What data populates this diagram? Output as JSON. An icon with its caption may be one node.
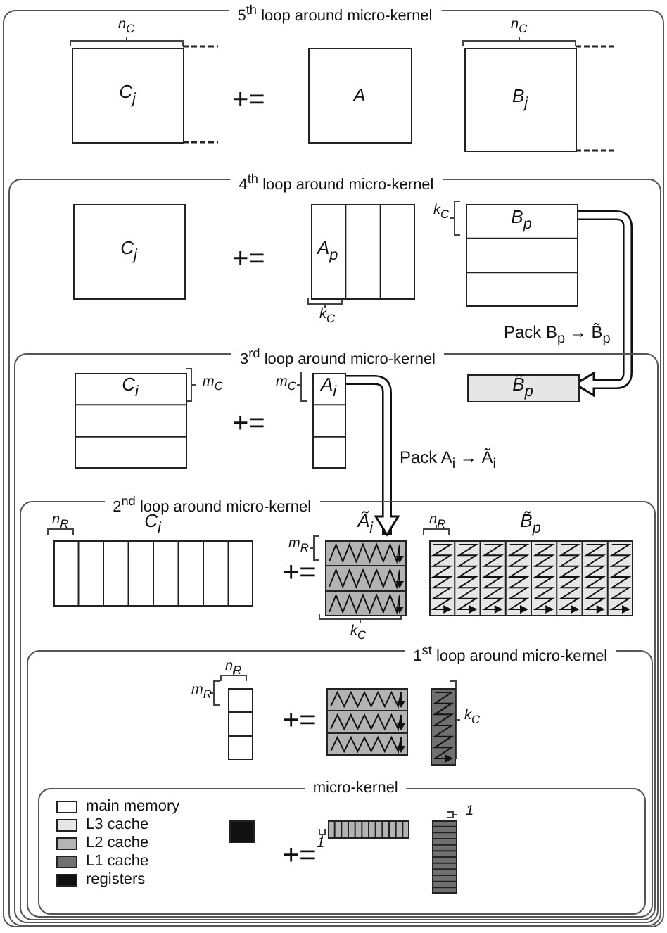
{
  "diagram": {
    "nodes": [
      {
        "text": [
          "5$^{th}$ loop around micro-kernel"
        ]
      },
      {
        "text": [
          "C$_{j}$"
        ],
        "in": 0
      },
      {
        "text": [
          "A"
        ],
        "in": 0
      },
      {
        "text": [
          "B$_{j}$"
        ],
        "in": 0
      },
      {
        "text": [
          "4$^{th}$ loop around micro-kernel"
        ],
        "in": 0
      },
      {
        "text": [
          "C$_{j}$"
        ],
        "in": 4
      },
      {
        "text": [
          "A$_{p}$"
        ],
        "in": 4
      },
      {
        "text": [
          "B$_{p}$"
        ],
        "in": 4
      },
      {
        "text": [
          "3$^{rd}$ loop around micro-kernel"
        ],
        "in": 4
      },
      {
        "text": [
          "C$_{i}$"
        ],
        "in": 8
      },
      {
        "text": [
          "A$_{i}$"
        ],
        "in": 8
      },
      {
        "text": [
          "B̃$_{p}$"
        ],
        "in": 8
      },
      {
        "text": [
          "2$^{nd}$ loop around micro-kernel"
        ],
        "in": 8
      },
      {
        "text": [
          "C$_{i}$"
        ],
        "in": 12
      },
      {
        "text": [
          "Ã$_{i}$"
        ],
        "in": 12
      },
      {
        "text": [
          "B̃$_{p}$"
        ],
        "in": 12
      },
      {
        "text": [
          "1$^{st}$ loop around micro-kernel"
        ],
        "in": 12
      },
      {
        "text": [],
        "shape": "box",
        "in": 16
      },
      {
        "text": [],
        "shape": "box",
        "in": 16
      },
      {
        "text": [],
        "shape": "box",
        "in": 16
      },
      {
        "text": [
          "micro-kernel"
        ],
        "in": 16
      },
      {
        "text": [],
        "shape": "box",
        "in": 20
      },
      {
        "text": [],
        "shape": "box",
        "in": 20
      },
      {
        "text": [],
        "shape": "box",
        "in": 20
      }
    ],
    "edges": [
      {
        "from": 7,
        "to": 11,
        "arrow": "to",
        "label": "Pack B$_{p}$ → B̃$_{p}$"
      },
      {
        "from": 10,
        "to": 14,
        "arrow": "to",
        "label": "Pack A$_{i}$ → Ã$_{i}$"
      }
    ],
    "labels": [
      "n$_{C}$",
      "n$_{C}$",
      "+=",
      "+=",
      "k$_{C}$",
      "k$_{C}$",
      "m$_{C}$",
      "m$_{C}$",
      "+=",
      "n$_{R}$",
      "m$_{R}$",
      "n$_{R}$",
      "+=",
      "k$_{C}$",
      "n$_{R}$",
      "m$_{R}$",
      "+=",
      "k$_{C}$",
      "+=",
      "1",
      "1"
    ],
    "legend": [
      {
        "text": "main memory",
        "color": "#ffffff"
      },
      {
        "text": "L3 cache",
        "color": "#e6e6e6"
      },
      {
        "text": "L2 cache",
        "color": "#b3b3b3"
      },
      {
        "text": "L1 cache",
        "color": "#707070"
      },
      {
        "text": "registers",
        "color": "#111111"
      }
    ]
  }
}
